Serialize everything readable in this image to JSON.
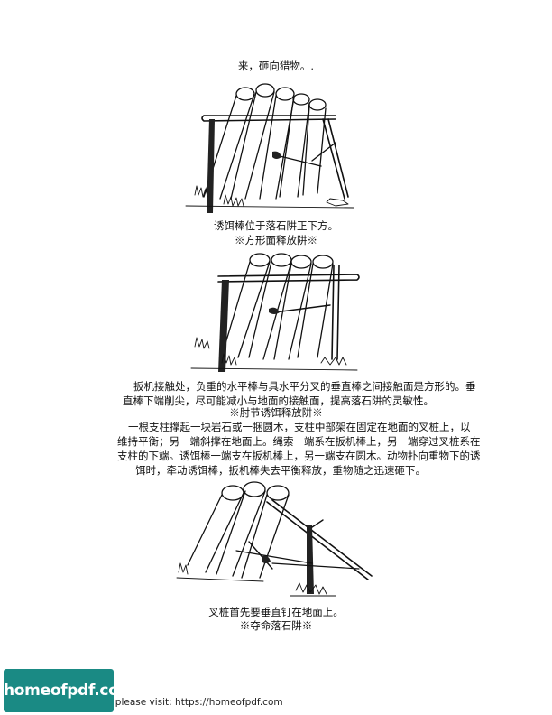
{
  "top_caption": "来，砸向猎物。.",
  "figure1": {
    "caption": "诱饵棒位于落石阱正下方。",
    "title": "※方形面释放阱※"
  },
  "paragraph1": [
    "扳机接触处，负重的水平棒与具水平分叉的垂直棒之间接触面是方形的。垂",
    "直棒下端削尖，尽可能减小与地面的接触面，提高落石阱的灵敏性。"
  ],
  "section2_title": "※肘节诱饵释放阱※",
  "paragraph2": [
    "一根支柱撑起一块岩石或一捆圆木，支柱中部架在固定在地面的叉桩上，以",
    "维持平衡；另一端斜撑在地面上。绳索一端系在扳机棒上，另一端穿过叉桩系在",
    "支柱的下端。诱饵棒一端支在扳机棒上，另一端支在圆木。动物扑向重物下的诱",
    "饵时，牵动诱饵棒，扳机棒失去平衡释放，重物随之迅速砸下。"
  ],
  "figure3": {
    "caption": "叉桩首先要垂直钉在地面上。",
    "title": "※夺命落石阱※"
  },
  "footer": {
    "badge": "homeofpdf.com",
    "text": "e please visit: https://homeofpdf.com"
  }
}
